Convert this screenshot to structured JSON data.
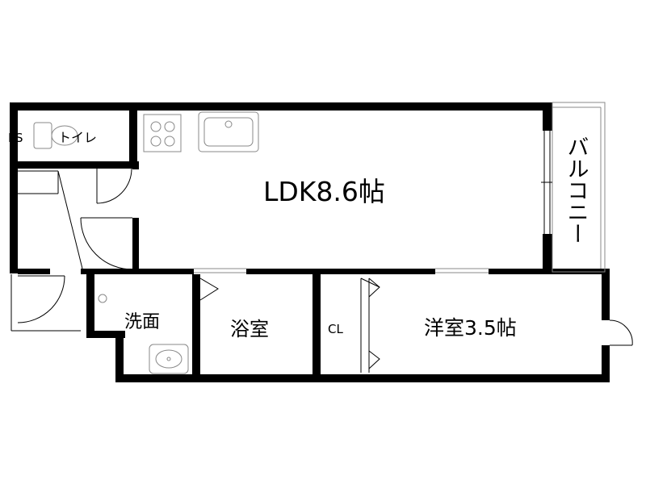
{
  "rooms": {
    "ps": "PS",
    "toilet": "トイレ",
    "ldk": "LDK8.6帖",
    "balcony": "バルコニー",
    "washroom": "洗面",
    "bathroom": "浴室",
    "closet": "CL",
    "western_room": "洋室3.5帖"
  },
  "icons": {
    "stove": "gas-stove-icon",
    "kitchen_sink": "kitchen-sink-icon",
    "toilet": "toilet-icon",
    "wash_basin": "wash-basin-icon"
  },
  "colors": {
    "wall": "#000000",
    "background": "#ffffff",
    "fixture": "#888888"
  }
}
